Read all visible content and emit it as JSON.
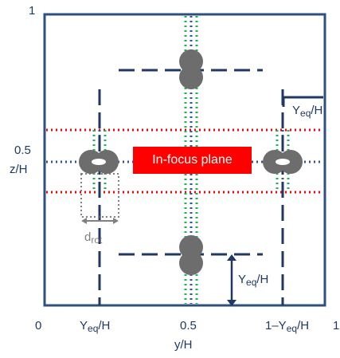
{
  "axes": {
    "y_top": "1",
    "z_label": "z/H",
    "z_half": "0.5",
    "x_zero": "0",
    "x_one": "1",
    "x_half": "0.5",
    "y_label": "y/H"
  },
  "labels": {
    "yeq_symbol": "Y",
    "yeq_sub": "eq",
    "over_h": "/H",
    "one_minus_prefix": "1–Y",
    "drot_symbol": "d",
    "drot_sub": "rot",
    "in_focus_plane": "In-focus plane"
  },
  "colors": {
    "frame": "#2f4f7f",
    "dashed_path": "#1f3864",
    "focus_bounds": "#ff0000",
    "center_line": "#2e5597",
    "trajectory": "#1db35a",
    "particle": "#6d6d6d",
    "focus_box": "#ff0000",
    "label_text": "#1f3864"
  }
}
